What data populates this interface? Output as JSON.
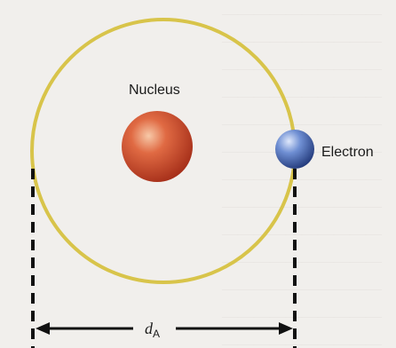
{
  "figure": {
    "nucleus_label": "Nucleus",
    "electron_label": "Electron",
    "distance_symbol": "d",
    "distance_subscript": "A"
  },
  "colors": {
    "orbit": "#d8c44a",
    "nucleus": "#d24a2e",
    "electron": "#3b5fb0",
    "dimension_lines": "#111111"
  }
}
